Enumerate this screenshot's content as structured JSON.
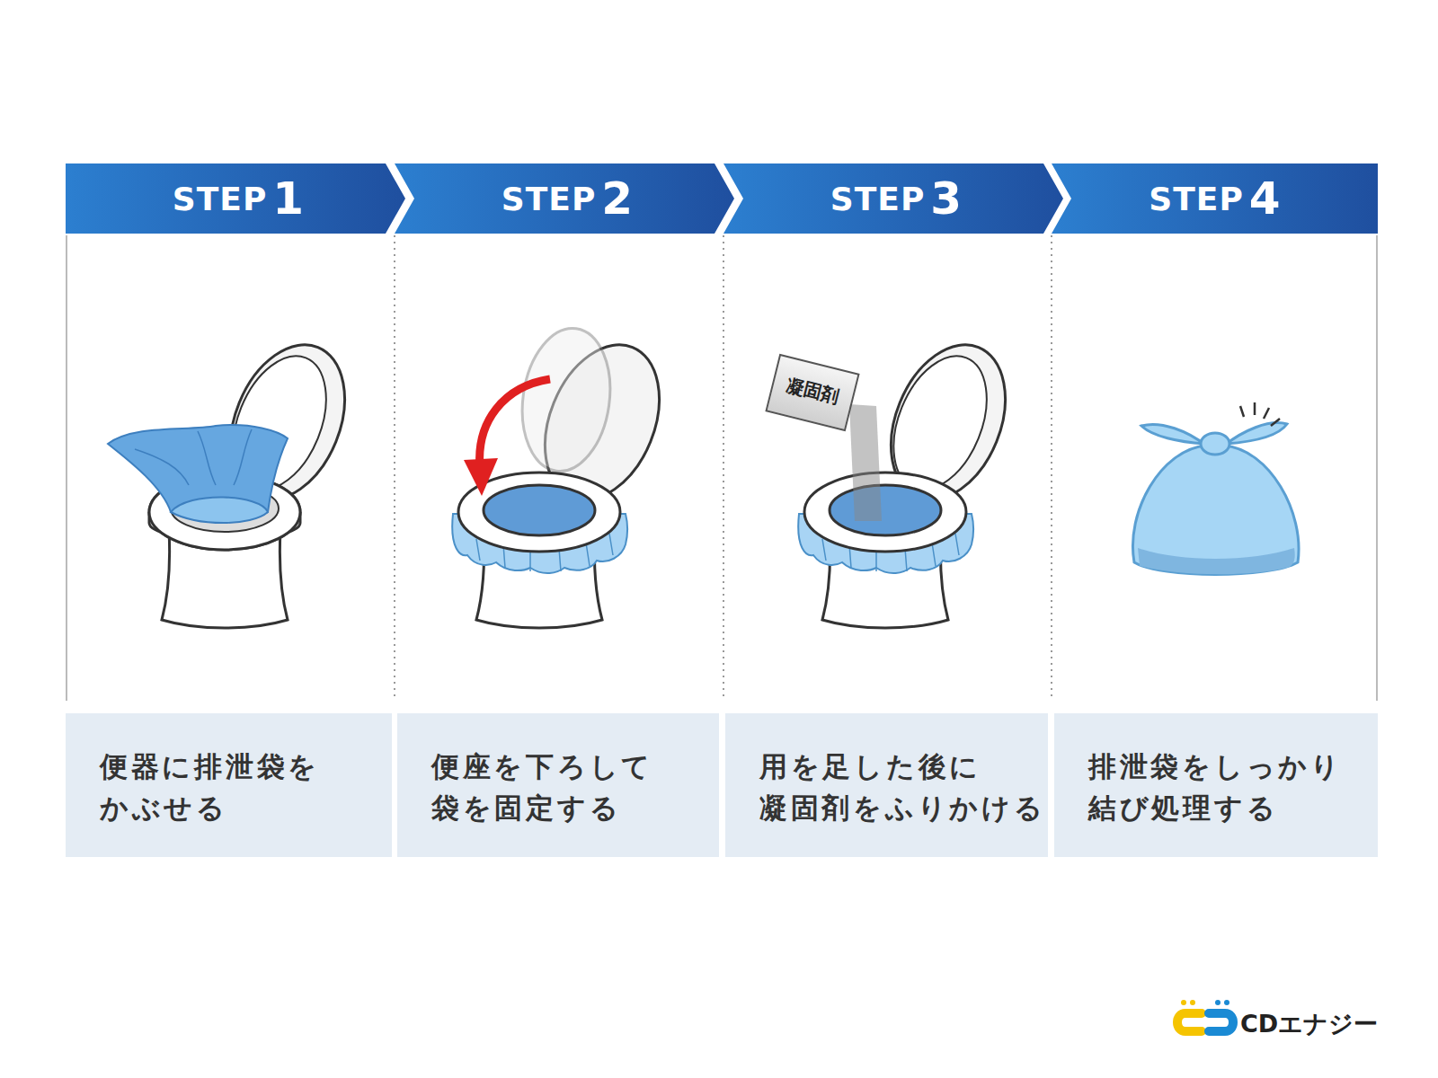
{
  "diagram": {
    "nodes": [
      {
        "text": [
          "STEP",
          "1"
        ]
      },
      {
        "text": [
          "STEP",
          "2"
        ]
      },
      {
        "text": [
          "STEP",
          "3"
        ]
      },
      {
        "text": [
          "STEP",
          "4"
        ]
      },
      {
        "text": [
          "便器に排泄袋を かぶせる"
        ]
      },
      {
        "text": [
          "便座を下ろして 袋を固定する"
        ]
      },
      {
        "text": [
          "用を足した後に 凝固剤をふりかける"
        ]
      },
      {
        "text": [
          "排泄袋をしっかり 結び処理する"
        ]
      }
    ],
    "labels": [
      "凝固剤",
      "CDエナジー"
    ]
  }
}
